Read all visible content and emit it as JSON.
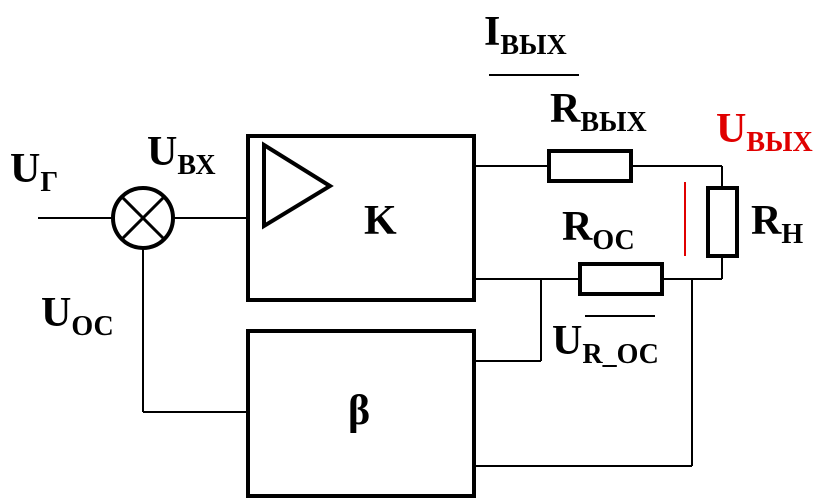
{
  "labels": {
    "u_gen": {
      "main": "U",
      "sub": "Г"
    },
    "u_in": {
      "main": "U",
      "sub": "ВХ"
    },
    "u_fb": {
      "main": "U",
      "sub": "ОС"
    },
    "i_out": {
      "main": "I",
      "sub": "ВЫХ"
    },
    "r_out": {
      "main": "R",
      "sub": "ВЫХ"
    },
    "u_out": {
      "main": "U",
      "sub": "ВЫХ"
    },
    "r_load": {
      "main": "R",
      "sub": "Н"
    },
    "r_fb": {
      "main": "R",
      "sub": "ОС"
    },
    "u_r_fb": {
      "main": "U",
      "sub": "R_ОС"
    }
  },
  "blocks": {
    "amplifier": "K",
    "feedback": "β"
  },
  "colors": {
    "line": "#000000",
    "highlight": "#e00000"
  }
}
